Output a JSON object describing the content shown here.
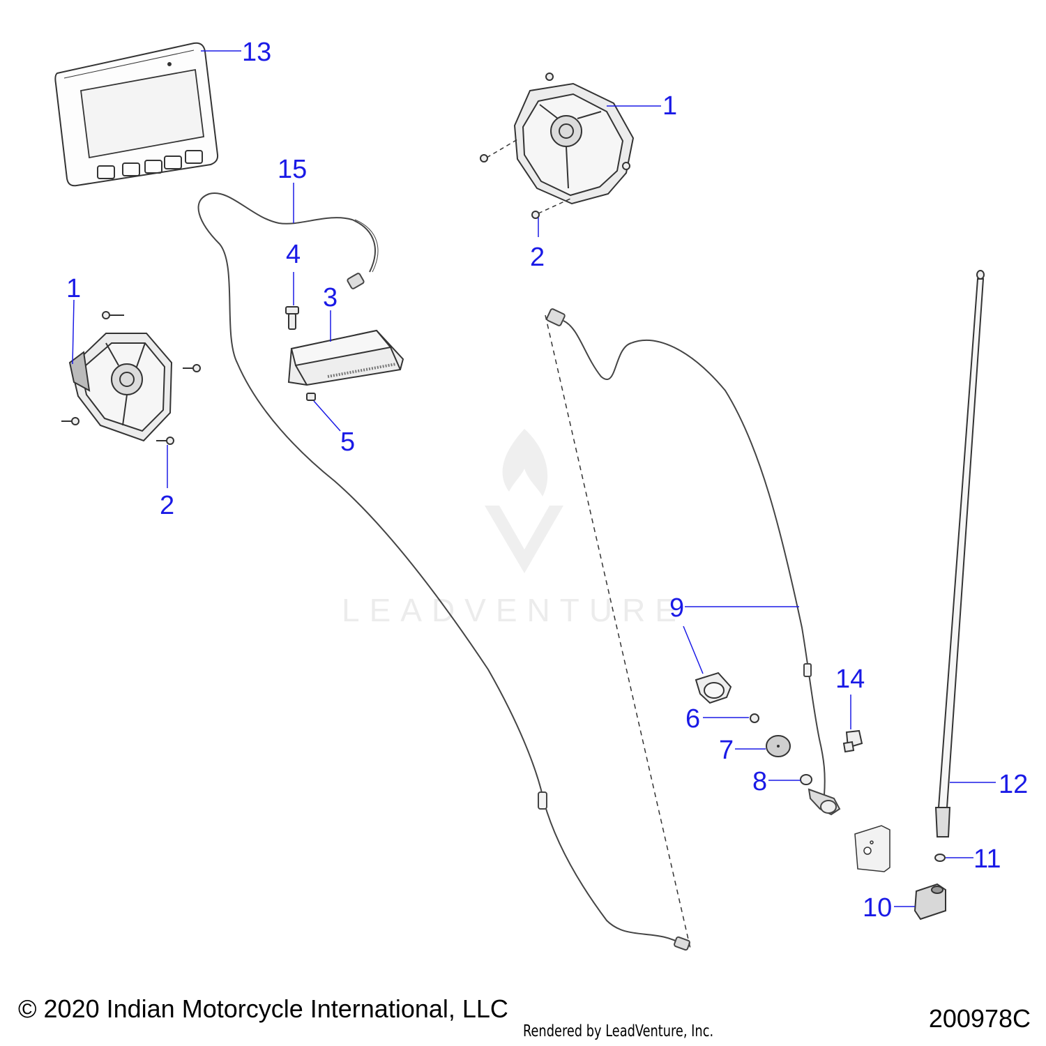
{
  "callouts": [
    "1",
    "2",
    "3",
    "4",
    "5",
    "6",
    "7",
    "8",
    "9",
    "10",
    "11",
    "12",
    "13",
    "14",
    "15"
  ],
  "footer": {
    "copyright": "© 2020 Indian Motorcycle International, LLC",
    "rendered_by": "Rendered by LeadVenture, Inc.",
    "diagram_code": "200978C"
  },
  "watermark": "LEADVENTURE",
  "colors": {
    "callout": "#1a1ae6",
    "line": "#333333",
    "leader": "#1a1ae6"
  }
}
